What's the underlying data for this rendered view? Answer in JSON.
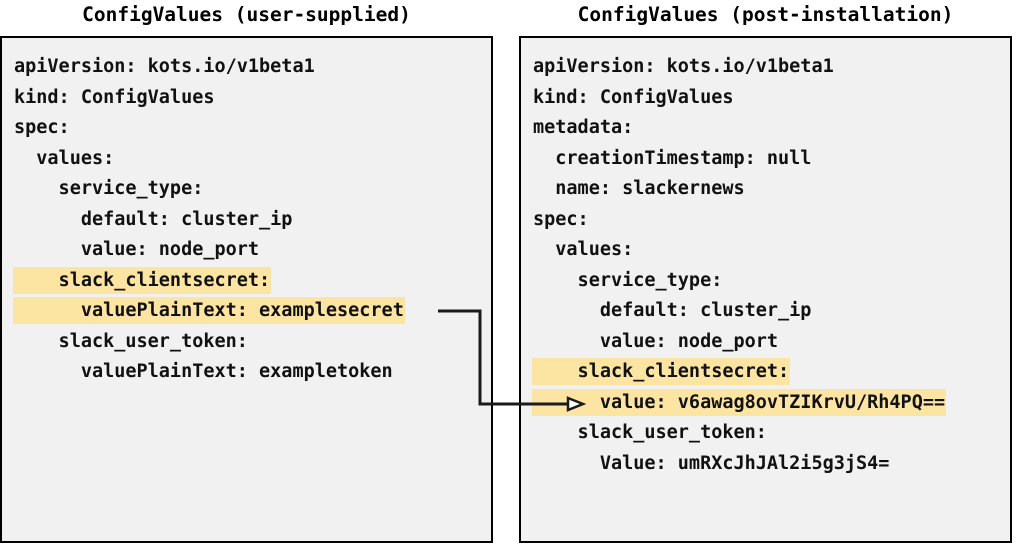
{
  "panels": [
    {
      "title": "ConfigValues (user-supplied)",
      "lines": [
        {
          "text": "apiVersion: kots.io/v1beta1",
          "highlight": false
        },
        {
          "text": "kind: ConfigValues",
          "highlight": false
        },
        {
          "text": "spec:",
          "highlight": false
        },
        {
          "text": "  values:",
          "highlight": false
        },
        {
          "text": "    service_type:",
          "highlight": false
        },
        {
          "text": "      default: cluster_ip",
          "highlight": false
        },
        {
          "text": "      value: node_port",
          "highlight": false
        },
        {
          "text": "    slack_clientsecret:",
          "highlight": true
        },
        {
          "text": "      valuePlainText: examplesecret",
          "highlight": true
        },
        {
          "text": "    slack_user_token:",
          "highlight": false
        },
        {
          "text": "      valuePlainText: exampletoken",
          "highlight": false
        }
      ]
    },
    {
      "title": "ConfigValues (post-installation)",
      "lines": [
        {
          "text": "apiVersion: kots.io/v1beta1",
          "highlight": false
        },
        {
          "text": "kind: ConfigValues",
          "highlight": false
        },
        {
          "text": "metadata:",
          "highlight": false
        },
        {
          "text": "  creationTimestamp: null",
          "highlight": false
        },
        {
          "text": "  name: slackernews",
          "highlight": false
        },
        {
          "text": "spec:",
          "highlight": false
        },
        {
          "text": "  values:",
          "highlight": false
        },
        {
          "text": "    service_type:",
          "highlight": false
        },
        {
          "text": "      default: cluster_ip",
          "highlight": false
        },
        {
          "text": "      value: node_port",
          "highlight": false
        },
        {
          "text": "    slack_clientsecret:",
          "highlight": true
        },
        {
          "text": "      value: v6awag8ovTZIKrvU/Rh4PQ==",
          "highlight": true
        },
        {
          "text": "    slack_user_token:",
          "highlight": false
        },
        {
          "text": "      Value: umRXcJhJAl2i5g3jS4=",
          "highlight": false
        }
      ]
    }
  ],
  "connector": {
    "label": "examplesecret-to-encrypted-value-arrow",
    "color": "#1a1a1a"
  },
  "colors": {
    "highlight": "#fce5a2",
    "box_fill": "#f1f1f1",
    "box_border": "#000000",
    "text": "#111111"
  }
}
